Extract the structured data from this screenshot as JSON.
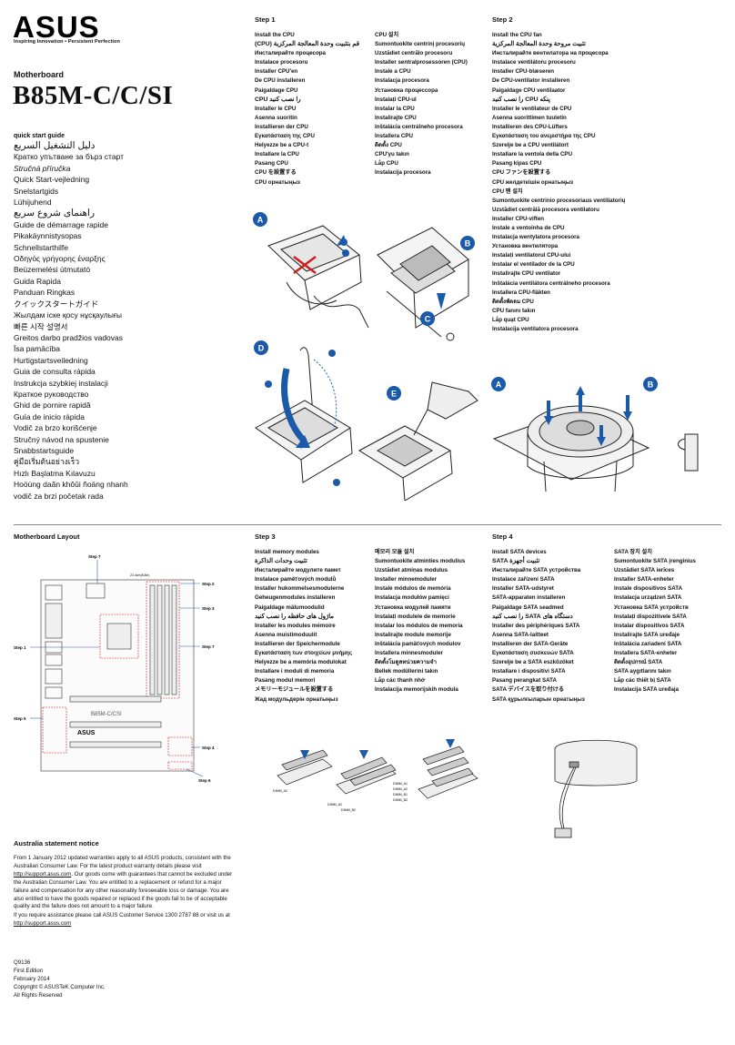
{
  "header": {
    "brand": "ASUS",
    "tagline": "Inspiring Innovation • Persistent Perfection",
    "product_type": "Motherboard",
    "model": "B85M-C/C/SI"
  },
  "guide": {
    "title": "quick start guide",
    "languages": [
      "دليل التشغيل السريع",
      "Кратко упътване за бърз старт",
      "Stručná příručka",
      "Quick Start-vejledning",
      "Snelstartgids",
      "Lühijuhend",
      "راهنمای شروع سریع",
      "Guide de démarrage rapide",
      "Pikakäynnistysopas",
      "Schnellstarthilfe",
      "Οδηγός γρήγορης έναρξης",
      "Beüzemelési útmutató",
      "Guida Rapida",
      "Panduan Ringkas",
      "クイックスタートガイド",
      "Жылдам іске қосу нұсқаулығы",
      "빠른 시작 설명서",
      "Greitos darbo pradžios vadovas",
      "Īsa pamācība",
      "Hurtigstartsveiledning",
      "Guia de consulta rápida",
      "Instrukcja szybkiej instalacji",
      "Краткое руководство",
      "Ghid de pornire rapidă",
      "Guía de inicio rápida",
      "Vodič za brzo korišćenje",
      "Stručný návod na spustenie",
      "Snabbstartsguide",
      "คู่มือเริ่มต้นอย่างเร็ว",
      "Hızlı Başlatma Kılavuzu",
      "Hoöùng daãn khôûi ñoäng nhanh",
      "vodič za brzi početak rada"
    ]
  },
  "step1": {
    "heading": "Step 1",
    "col1": [
      "Install the CPU",
      "(CPU) قم بتثبيت وحدة المعالجة المركزية",
      "Инсталирайте процесора",
      "Instalace procesoru",
      "Installer CPU'en",
      "De CPU installeren",
      "Paigaldage CPU",
      "را نصب کنید CPU",
      "Installer le CPU",
      "Asenna suoritin",
      "Installieren der CPU",
      "Εγκατάσταση της CPU",
      "Helyezze be a CPU-t",
      "Installare la CPU",
      "Pasang CPU",
      "CPU を設置する",
      "CPU орнатыңыз"
    ],
    "col2": [
      "CPU 설치",
      "Sumontuokite centrinį procesorių",
      "Uzstādiet centrālo procesoru",
      "Installer sentralprosessoren (CPU)",
      "Instale a CPU",
      "Instalacja procesora",
      "Установка процессора",
      "Instalați CPU-ul",
      "Instalar la CPU",
      "Instalirajte CPU",
      "Inštalácia centrálneho procesora",
      "Installera CPU",
      "ติดตั้ง CPU",
      "CPU'yu takın",
      "Lắp CPU",
      "Instalacija procesora"
    ]
  },
  "step2": {
    "heading": "Step 2",
    "col1": [
      "Install the CPU fan",
      "تثبيت مروحة وحدة المعالجة المركزية",
      "Инсталирайте вентилатора на процесора",
      "Instalace ventilátoru procesoru",
      "Installer CPU-blæseren",
      "De CPU-ventilator installeren",
      "Paigaldage CPU ventilaator",
      "پنکه CPU را نصب کنید",
      "Installer le ventilateur de CPU",
      "Asenna suorittimen tuuletin",
      "Installieren des CPU-Lüfters",
      "Εγκατάσταση του ανεμιστήρα της CPU",
      "Szerelje be a CPU ventilátort",
      "Installare la ventola della CPU",
      "Pasang kipas CPU",
      "CPU ファンを設置する",
      "CPU желдеткішін орнатыңыз",
      "CPU 팬 설치",
      "Sumontuokite centrinio procesoriaus ventiliatorių",
      "Uzstādiet centrālā procesora ventilatoru",
      "Installer CPU-viften",
      "Instale a ventoinha de CPU",
      "Instalacja wentylatora procesora",
      "Установка вентилятора",
      "Instalați ventilatorul CPU-ului",
      "Instalar el ventilador de la CPU",
      "Instalirajte CPU ventilator",
      "Inštalácia ventilátora centrálneho procesora",
      "Installera CPU-fläkten",
      "ติดตั้งพัดลม CPU",
      "CPU fanını takın",
      "Lắp quạt CPU",
      "Instalacija ventilatora procesora"
    ]
  },
  "layout": {
    "heading": "Motherboard Layout",
    "labels": [
      "Step 7",
      "Step 2",
      "Step 3",
      "Step 7",
      "Step 1",
      "Step 5",
      "Step 4",
      "Step 6"
    ],
    "board_name": "B85M-C/CSI",
    "brand": "ASUS",
    "dimension": "22.4cm(8.8in)"
  },
  "step3": {
    "heading": "Step 3",
    "col1": [
      "Install memory modules",
      "تثبيت وحدات الذاكرة",
      "Инсталирайте модулите памет",
      "Instalace paměťových modulů",
      "Installer hukommelsesmodulerne",
      "Geheugenmodules installeren",
      "Paigaldage mälumoodulid",
      "ماژول های حافظه را نصب کنید",
      "Installer les modules mémoire",
      "Asenna muistimoduulit",
      "Installieren der Speichermodule",
      "Εγκατάσταση των στοιχείων μνήμης",
      "Helyezze be a memória modulokat",
      "Installare i moduli di memoria",
      "Pasang modul memori",
      "メモリーモジュールを設置する",
      "Жад модульдерін орнатыңыз"
    ],
    "col2": [
      "메모리 모듈 설치",
      "Sumontuokite atminties modulius",
      "Uzstādiet atmiņas modulus",
      "Installer minnemoduler",
      "Instale módulos de memória",
      "Instalacja modułów pamięci",
      "Установка модулей памяти",
      "Instalați modulele de memorie",
      "Instalar los módulos de memoria",
      "Instalirajte module memorije",
      "Inštalácia pamäťových modulov",
      "Installera minnesmoduler",
      "ติดตั้งโมดูลหน่วยความจำ",
      "Bellek modüllerini takın",
      "Lắp các thanh nhớ",
      "Instalacija memorijskih modula"
    ],
    "dimm_labels": [
      "DIMM_A2",
      "DIMM_A2",
      "DIMM_B2",
      "DIMM_A1",
      "DIMM_A2",
      "DIMM_B1",
      "DIMM_B2"
    ]
  },
  "step4": {
    "heading": "Step 4",
    "col1": [
      "Install SATA devices",
      "SATA تثبيت أجهزة",
      "Инсталирайте SATA устройства",
      "Instalace zařízení SATA",
      "Installer SATA-udstyret",
      "SATA-apparaten installeren",
      "Paigaldage SATA seadmed",
      "دستگاه های SATA را نصب کنید",
      "Installer des périphériques SATA",
      "Asenna SATA-laitteet",
      "Installieren der SATA-Geräte",
      "Εγκατάσταση συσκευών SATA",
      "Szerelje be a SATA eszközöket",
      "Installare i dispositivi SATA",
      "Pasang perangkat SATA",
      "SATA デバイスを取り付ける",
      "SATA құрылғыларын орнатыңыз"
    ],
    "col2": [
      "SATA 장치 설치",
      "Sumontuokite SATA įrenginius",
      "Uzstādiet SATA ierīces",
      "Installer SATA-enheter",
      "Instale dispositivos SATA",
      "Instalacja urządzeń SATA",
      "Установка SATA устройств",
      "Instalați dispozitivele SATA",
      "Instalar dispositivos SATA",
      "Instalirajte SATA uređaje",
      "Inštalácia zariadení SATA",
      "Installera SATA-enheter",
      "ติดตั้งอุปกรณ์ SATA",
      "SATA aygıtlarını takın",
      "Lắp các thiết bị SATA",
      "Instalacija SATA uređaja"
    ]
  },
  "australia": {
    "heading": "Australia statement notice",
    "para1_a": "From 1 January 2012 updated warranties apply to all ASUS products, consistent with the Australian Consumer Law. For the latest product warranty details please visit ",
    "para1_link": "http://support.asus.com",
    "para1_b": ". Our goods come with guarantees that cannot be excluded under the Australian Consumer Law. You are entitled to a replacement or refund for a major failure and compensation for any other reasonably foreseeable loss or damage. You are also entitled to have the goods repaired or replaced if the goods fail to be of acceptable quality and the failure does not amount to a major failure.",
    "para2_a": "If you require assistance please call ASUS Customer Service 1300 2787 88 or visit us at ",
    "para2_link": "http://support.asus.com"
  },
  "footer": {
    "lines": [
      "Q9136",
      "First Edition",
      "February 2014",
      "Copyright © ASUSTeK Computer Inc.",
      "All Rights Reserved"
    ]
  },
  "badges": {
    "A": "A",
    "B": "B",
    "C": "C",
    "D": "D",
    "E": "E"
  },
  "colors": {
    "badge_blue": "#1a5aa8",
    "callout_blue": "#2b5fa8",
    "dashed_red": "#d0201e",
    "ink": "#111111"
  }
}
